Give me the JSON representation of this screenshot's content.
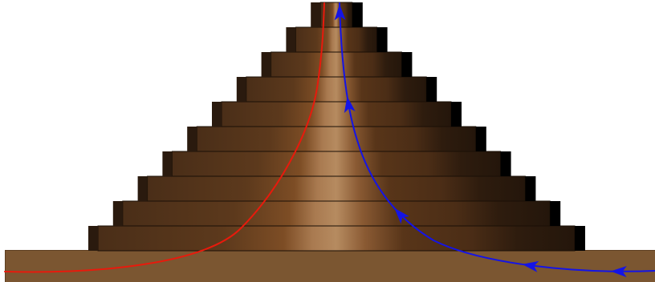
{
  "diagram": {
    "subject": "stepped-pyramid",
    "tier_count": 10,
    "colors": {
      "background": "#ffffff",
      "ground": "#7b5631",
      "ground_edge": "#5e4022",
      "tier_edge": "#1a0f06",
      "tier_shadow": "#2a1a0e",
      "red_curve": "#e81a0c",
      "blue_curve": "#1414e6"
    },
    "tier_gradient": [
      {
        "pos": 0.0,
        "color": "#4a2e18"
      },
      {
        "pos": 0.26,
        "color": "#5c391c"
      },
      {
        "pos": 0.39,
        "color": "#7d4d25"
      },
      {
        "pos": 0.45,
        "color": "#a97a50"
      },
      {
        "pos": 0.5,
        "color": "#b68b60"
      },
      {
        "pos": 0.56,
        "color": "#8a5a33"
      },
      {
        "pos": 0.64,
        "color": "#583519"
      },
      {
        "pos": 0.78,
        "color": "#4b2d16"
      },
      {
        "pos": 0.88,
        "color": "#2e1c0e"
      },
      {
        "pos": 1.0,
        "color": "#24160b"
      }
    ],
    "curves": [
      {
        "name": "red-curve",
        "color_key": "red_curve",
        "arrows": 0
      },
      {
        "name": "blue-curve",
        "color_key": "blue_curve",
        "arrows": 5
      }
    ]
  }
}
